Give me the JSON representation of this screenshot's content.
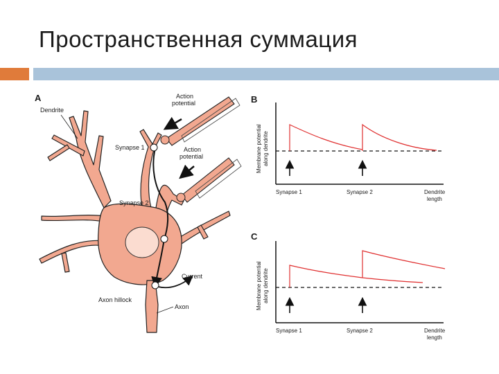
{
  "slide": {
    "title": "Пространственная суммация",
    "colors": {
      "accent_orange": "#e07b3a",
      "accent_blue": "#a9c3da",
      "neuron_fill": "#f2a890",
      "curve": "#e03030"
    }
  },
  "panel_a": {
    "letter": "A",
    "labels": {
      "dendrite": "Dendrite",
      "action_potential_1": [
        "Action",
        "potential"
      ],
      "action_potential_2": [
        "Action",
        "potential"
      ],
      "synapse_1": "Synapse 1",
      "synapse_2": "Synapse 2",
      "current": "Current",
      "axon_hillock": "Axon hillock",
      "axon": "Axon"
    }
  },
  "panel_b": {
    "letter": "B",
    "ylabel": [
      "Membrane potential",
      "along dendrite"
    ],
    "x_labels": {
      "synapse_1": "Synapse 1",
      "synapse_2": "Synapse 2",
      "dendrite_length": [
        "Dendrite",
        "length"
      ]
    }
  },
  "panel_c": {
    "letter": "C",
    "ylabel": [
      "Membrane potential",
      "along dendrite"
    ],
    "x_labels": {
      "synapse_1": "Synapse 1",
      "synapse_2": "Synapse 2",
      "dendrite_length": [
        "Dendrite",
        "length"
      ]
    }
  }
}
